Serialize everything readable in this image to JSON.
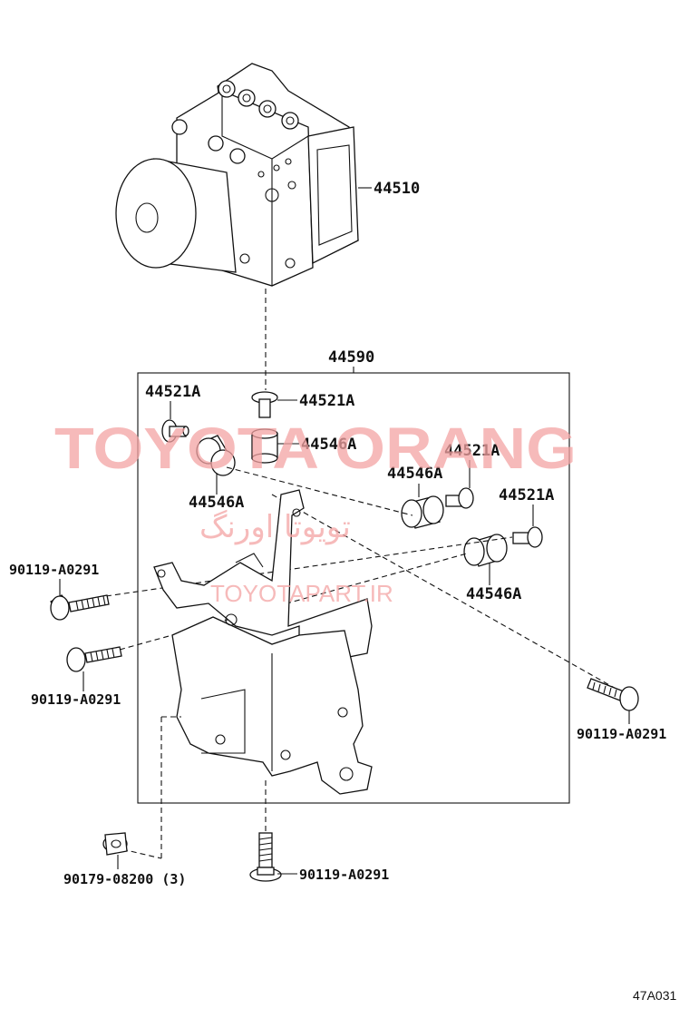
{
  "labels": {
    "actuator": "44510",
    "bracket_assy": "44590",
    "collar_a1": "44521A",
    "collar_a2": "44521A",
    "collar_a3": "44521A",
    "collar_a4": "44521A",
    "cushion_a1": "44546A",
    "cushion_a2": "44546A",
    "cushion_a3": "44546A",
    "cushion_a4": "44546A",
    "bolt_left_upper": "90119-A0291",
    "bolt_left_lower": "90119-A0291",
    "bolt_right": "90119-A0291",
    "bolt_bottom": "90119-A0291",
    "clip": "90179-08200 (3)"
  },
  "watermark": {
    "brand": "TOYOTA ORANG",
    "persian": "تویوتا اورنگ",
    "site": "TOYOTAPART.IR"
  },
  "diagram_code": "47A031",
  "colors": {
    "line": "#111111",
    "watermark": "#f4a3a3"
  }
}
